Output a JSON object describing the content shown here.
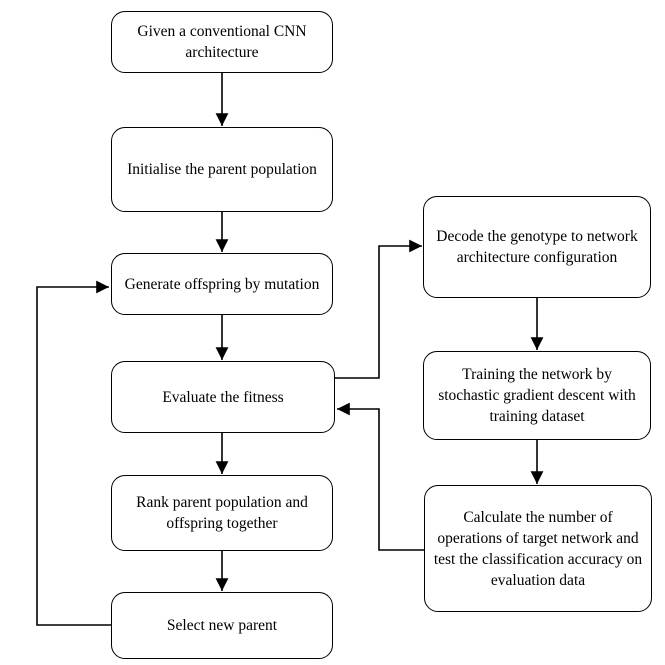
{
  "flowchart": {
    "steps": {
      "given_cnn": "Given a conventional CNN architecture",
      "initialise": "Initialise the parent population",
      "generate": "Generate offspring by mutation",
      "evaluate": "Evaluate the fitness",
      "rank": "Rank parent population and offspring together",
      "select": "Select new parent",
      "decode": "Decode the genotype to network architecture configuration",
      "training": "Training the network by stochastic gradient descent with training dataset",
      "calculate": "Calculate the number of operations of target network and test the classification accuracy on evaluation data"
    },
    "line_color": "#000000",
    "box_fill": "#ffffff"
  }
}
